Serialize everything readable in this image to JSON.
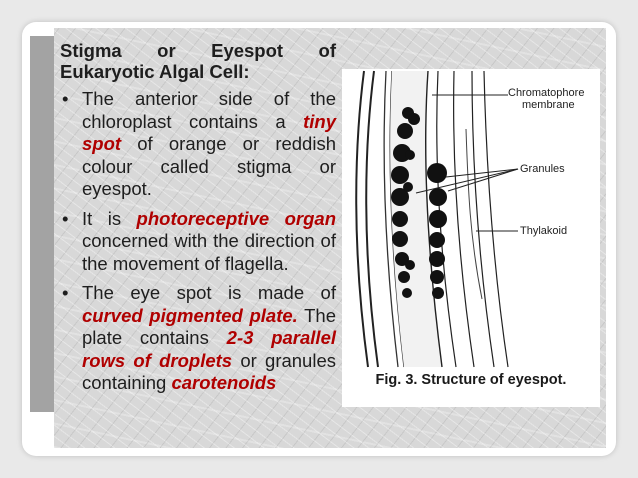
{
  "heading": {
    "line1": "Stigma or Eyespot of",
    "line2": "Eukaryotic Algal Cell:"
  },
  "bullets": [
    {
      "parts": [
        {
          "t": "The anterior side of the chloroplast contains a ",
          "hl": false
        },
        {
          "t": "tiny spot",
          "hl": true
        },
        {
          "t": " of orange or reddish colour called stigma or eyespot.",
          "hl": false
        }
      ]
    },
    {
      "parts": [
        {
          "t": "It is ",
          "hl": false
        },
        {
          "t": "photoreceptive organ",
          "hl": true
        },
        {
          "t": " concerned with the direction of the movement of flagella.",
          "hl": false
        }
      ]
    },
    {
      "parts": [
        {
          "t": "The eye spot is made of ",
          "hl": false
        },
        {
          "t": "curved pigmented plate.",
          "hl": true
        },
        {
          "t": " The plate contains ",
          "hl": false
        },
        {
          "t": "2-3 parallel rows of droplets",
          "hl": true
        },
        {
          "t": " or granules containing ",
          "hl": false
        },
        {
          "t": "carotenoids",
          "hl": true
        }
      ]
    }
  ],
  "bullet_char": "•",
  "figure": {
    "labels": {
      "chromatophore_line1": "Chromatophore",
      "chromatophore_line2": "membrane",
      "granules": "Granules",
      "thylakoid": "Thylakoid"
    },
    "caption": "Fig. 3. Structure of eyespot."
  },
  "colors": {
    "highlight": "#b00000",
    "text": "#1e1e1e"
  }
}
